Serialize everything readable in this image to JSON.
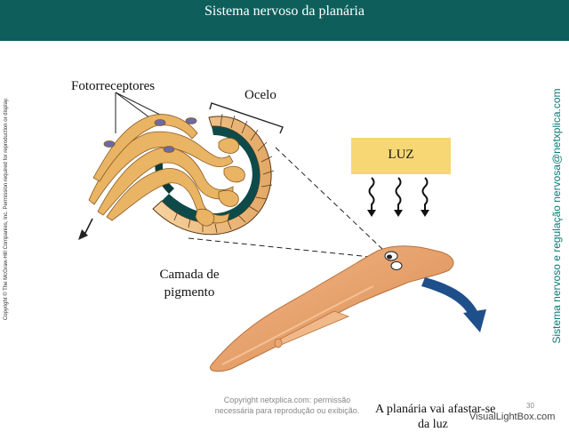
{
  "header": {
    "title": "Sistema nervoso da planária"
  },
  "side": {
    "left_copyright": "Copyright © The McGraw-Hill Companies, Inc. Permission required for reproduction or display.",
    "right_vertical": "Sistema nervoso e regulação nervosa@netxplica.com"
  },
  "diagram": {
    "photoreceptors_label": "Fotorreceptores",
    "ocellus_label": "Ocelo",
    "pigment_layer_label_line1": "Camada de",
    "pigment_layer_label_line2": "pigmento",
    "light_label": "LUZ",
    "move_away_line1": "A planária vai afastar-se",
    "move_away_line2": "da luz"
  },
  "footer": {
    "copyright": "Copyright netxplica.com: permissão necessária para reprodução ou exibição.",
    "page_number": "30",
    "watermark": "VisualLightBox.com"
  },
  "colors": {
    "header_bg": "#0e5f5c",
    "accent_teal": "#0a7a78",
    "light_box": "#f7d774",
    "planarian_body": "#e8a06a",
    "pigment_cup": "#0f4a4a",
    "arrow_blue": "#1f4f8a"
  }
}
